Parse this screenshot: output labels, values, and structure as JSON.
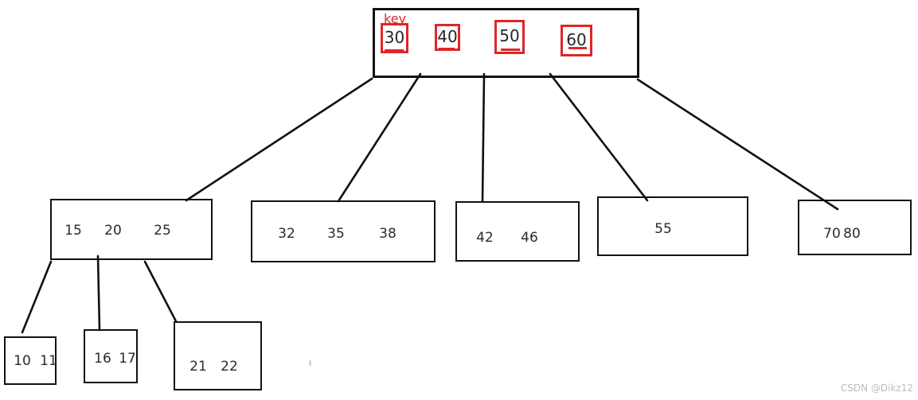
{
  "diagram": {
    "key_label": "key",
    "root": {
      "keys": [
        "30",
        "40",
        "50",
        "60"
      ]
    },
    "children": [
      {
        "keys": [
          "15",
          "20",
          "25"
        ]
      },
      {
        "keys": [
          "32",
          "35",
          "38"
        ]
      },
      {
        "keys": [
          "42",
          "46"
        ]
      },
      {
        "keys": [
          "55"
        ]
      },
      {
        "keys": [
          "70",
          "80"
        ]
      }
    ],
    "grandchildren": [
      {
        "keys": [
          "10",
          "11"
        ]
      },
      {
        "keys": [
          "16",
          "17"
        ]
      },
      {
        "keys": [
          "21",
          "22"
        ]
      }
    ]
  },
  "colors": {
    "key_highlight": "#e02528",
    "line": "#111111",
    "text": "#26262a",
    "watermark": "#b9bdc1"
  },
  "watermark": "CSDN @Dikz12"
}
